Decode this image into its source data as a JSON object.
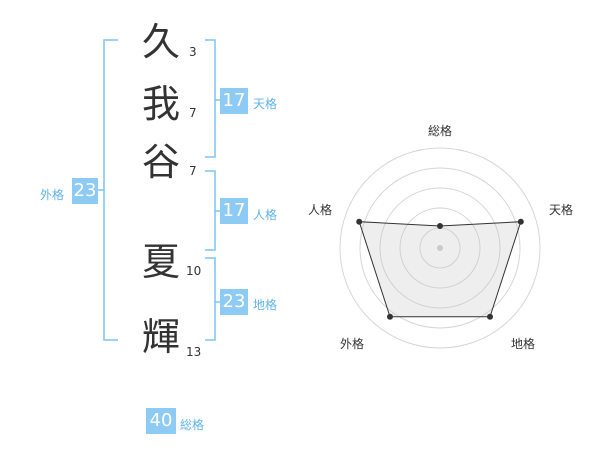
{
  "name": {
    "chars": [
      {
        "char": "久",
        "strokes": "3"
      },
      {
        "char": "我",
        "strokes": "7"
      },
      {
        "char": "谷",
        "strokes": "7"
      },
      {
        "char": "夏",
        "strokes": "10"
      },
      {
        "char": "輝",
        "strokes": "13"
      }
    ]
  },
  "kakusu": {
    "tenkaku": {
      "value": "17",
      "label": "天格"
    },
    "jinkaku": {
      "value": "17",
      "label": "人格"
    },
    "chikaku": {
      "value": "23",
      "label": "地格"
    },
    "gaikaku": {
      "value": "23",
      "label": "外格"
    },
    "soukaku": {
      "value": "40",
      "label": "総格"
    }
  },
  "radar": {
    "axes": [
      "総格",
      "天格",
      "地格",
      "外格",
      "人格"
    ],
    "levels": 5,
    "values": [
      0.22,
      0.85,
      0.85,
      0.85,
      0.85
    ]
  },
  "colors": {
    "accent": "#8dcaf4",
    "accent_text": "#5fb3ec",
    "bracket": "#7cc4f2"
  }
}
